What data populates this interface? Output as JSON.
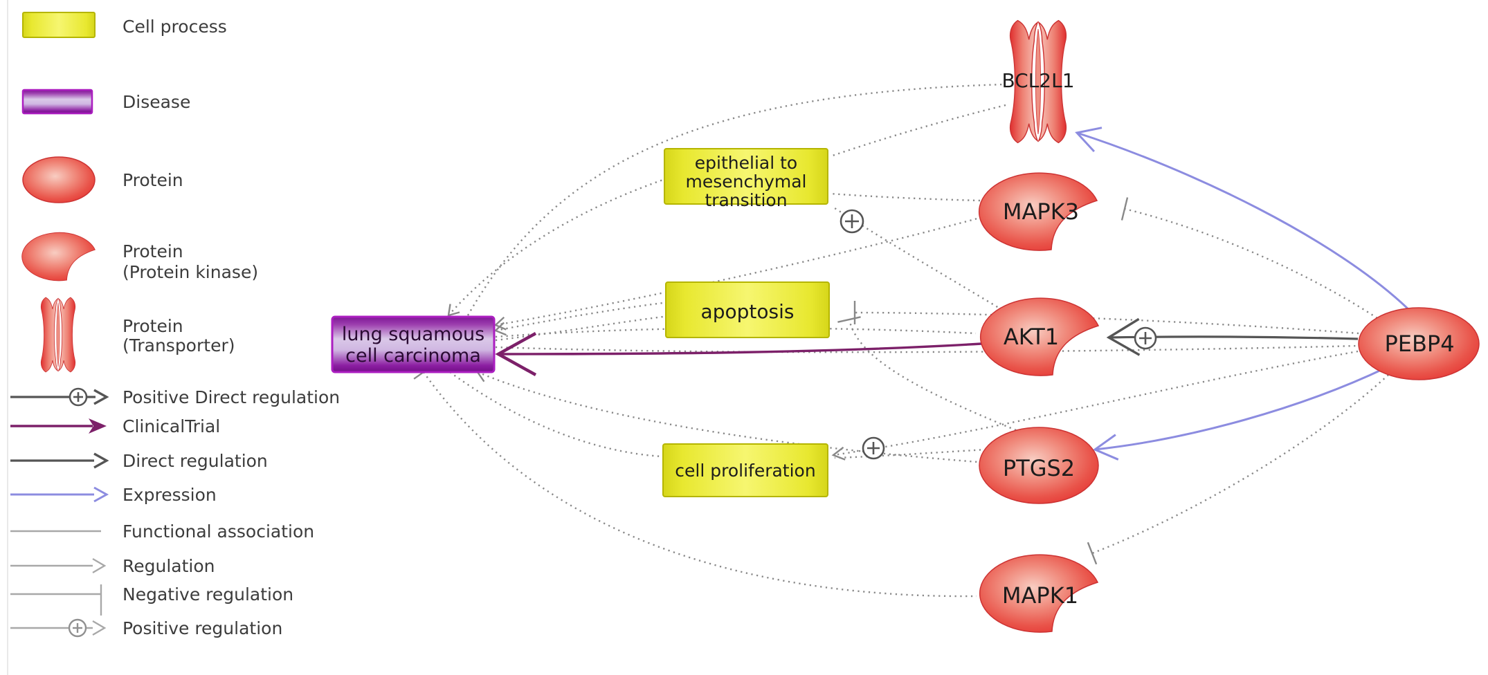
{
  "legend": {
    "nodes": [
      {
        "label": "Cell process",
        "type": "cell-process"
      },
      {
        "label": "Disease",
        "type": "disease"
      },
      {
        "label": "Protein",
        "type": "protein"
      },
      {
        "label_line1": "Protein",
        "label_line2": "(Protein kinase)",
        "type": "protein-kinase"
      },
      {
        "label_line1": "Protein",
        "label_line2": "(Transporter)",
        "type": "protein-transporter"
      }
    ],
    "edges": [
      {
        "label": "Positive Direct regulation",
        "type": "positive-direct-regulation"
      },
      {
        "label": "ClinicalTrial",
        "type": "clinical-trial"
      },
      {
        "label": "Direct regulation",
        "type": "direct-regulation"
      },
      {
        "label": "Expression",
        "type": "expression"
      },
      {
        "label": "Functional association",
        "type": "functional-association"
      },
      {
        "label": "Regulation",
        "type": "regulation"
      },
      {
        "label": "Negative regulation",
        "type": "negative-regulation"
      },
      {
        "label": "Positive regulation",
        "type": "positive-regulation"
      }
    ]
  },
  "diagram": {
    "nodes": {
      "carcinoma": {
        "label_line1": "lung squamous",
        "label_line2": "cell carcinoma",
        "type": "disease"
      },
      "emt": {
        "label_line1": "epithelial to",
        "label_line2": "mesenchymal",
        "label_line3": "transition",
        "type": "cell-process"
      },
      "apoptosis": {
        "label": "apoptosis",
        "type": "cell-process"
      },
      "proliferation": {
        "label": "cell proliferation",
        "type": "cell-process"
      },
      "bcl2l1": {
        "label": "BCL2L1",
        "type": "protein-transporter"
      },
      "mapk3": {
        "label": "MAPK3",
        "type": "protein-kinase"
      },
      "akt1": {
        "label": "AKT1",
        "type": "protein-kinase"
      },
      "ptgs2": {
        "label": "PTGS2",
        "type": "protein"
      },
      "mapk1": {
        "label": "MAPK1",
        "type": "protein-kinase"
      },
      "pebp4": {
        "label": "PEBP4",
        "type": "protein"
      }
    },
    "edges": [
      {
        "from": "PEBP4",
        "to": "AKT1",
        "type": "positive-direct-regulation"
      },
      {
        "from": "AKT1",
        "to": "lung squamous cell carcinoma",
        "type": "clinical-trial"
      },
      {
        "from": "PEBP4",
        "to": "BCL2L1",
        "type": "expression"
      },
      {
        "from": "PEBP4",
        "to": "PTGS2",
        "type": "expression"
      },
      {
        "from": "PEBP4",
        "to": "MAPK3",
        "type": "negative-regulation"
      },
      {
        "from": "PEBP4",
        "to": "MAPK1",
        "type": "negative-regulation"
      },
      {
        "from": "PEBP4",
        "to": "apoptosis",
        "type": "negative-regulation"
      },
      {
        "from": "PEBP4",
        "to": "cell proliferation",
        "type": "positive-regulation"
      },
      {
        "from": "PTGS2",
        "to": "cell proliferation",
        "type": "positive-regulation"
      },
      {
        "from": "PTGS2",
        "to": "apoptosis",
        "type": "negative-regulation"
      },
      {
        "from": "AKT1",
        "to": "epithelial to mesenchymal transition",
        "type": "positive-regulation"
      },
      {
        "from": "MAPK3",
        "to": "epithelial to mesenchymal transition",
        "type": "regulation"
      },
      {
        "from": "BCL2L1",
        "to": "epithelial to mesenchymal transition",
        "type": "functional-association"
      },
      {
        "from": "lung squamous cell carcinoma",
        "to": "epithelial to mesenchymal transition",
        "type": "functional-association"
      },
      {
        "from": "lung squamous cell carcinoma",
        "to": "apoptosis",
        "type": "functional-association"
      },
      {
        "from": "lung squamous cell carcinoma",
        "to": "cell proliferation",
        "type": "functional-association"
      },
      {
        "from": "lung squamous cell carcinoma",
        "to": "BCL2L1",
        "type": "functional-association"
      },
      {
        "from": "lung squamous cell carcinoma",
        "to": "MAPK3",
        "type": "functional-association"
      },
      {
        "from": "lung squamous cell carcinoma",
        "to": "AKT1",
        "type": "functional-association"
      },
      {
        "from": "lung squamous cell carcinoma",
        "to": "PTGS2",
        "type": "functional-association"
      },
      {
        "from": "lung squamous cell carcinoma",
        "to": "MAPK1",
        "type": "functional-association"
      },
      {
        "from": "lung squamous cell carcinoma",
        "to": "PEBP4",
        "type": "functional-association"
      }
    ]
  },
  "colors": {
    "process_fill": "#eded3c",
    "process_border": "#b5b500",
    "disease_border": "#ab1ec0",
    "protein_red": "#e94a42",
    "protein_border": "#cc3333",
    "edge_gray": "#888888",
    "edge_dark": "#555555",
    "edge_light": "#a8a8a8",
    "expression_blue": "#8c8ce0",
    "clinical_purple": "#7c2069",
    "text_dark": "#1c1c1c",
    "legend_text": "#3c3c3c",
    "disease_text": "#2a0a33"
  }
}
